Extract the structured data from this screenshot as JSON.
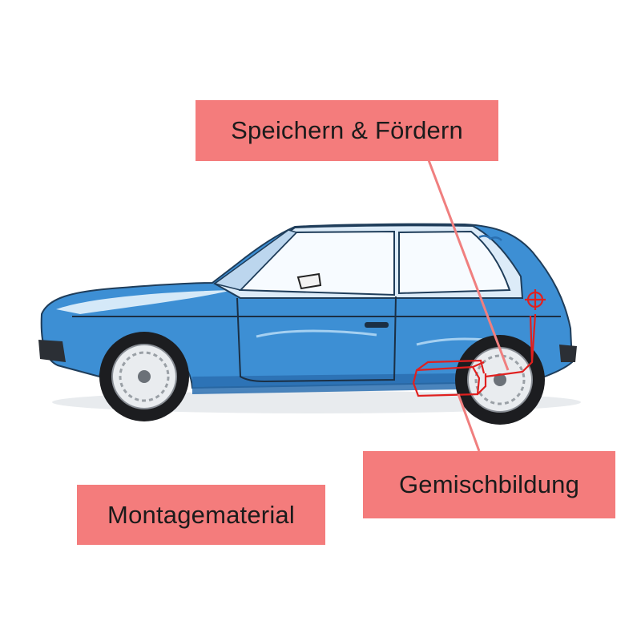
{
  "labels": {
    "speichern": "Speichern & Fördern",
    "gemisch": "Gemischbildung",
    "montage": "Montagematerial"
  },
  "colors": {
    "label_bg": "#f47c7c",
    "connector": "#f07f7f",
    "car_body": "#3d8fd4",
    "car_body_dark": "#2a6fb0",
    "car_highlight": "#e6f3fc",
    "window_glass": "#f7fbff",
    "bumper": "#2b2f35",
    "tire": "#1c1d20",
    "rim": "#e9ecef",
    "fuel_system": "#e0201f"
  }
}
